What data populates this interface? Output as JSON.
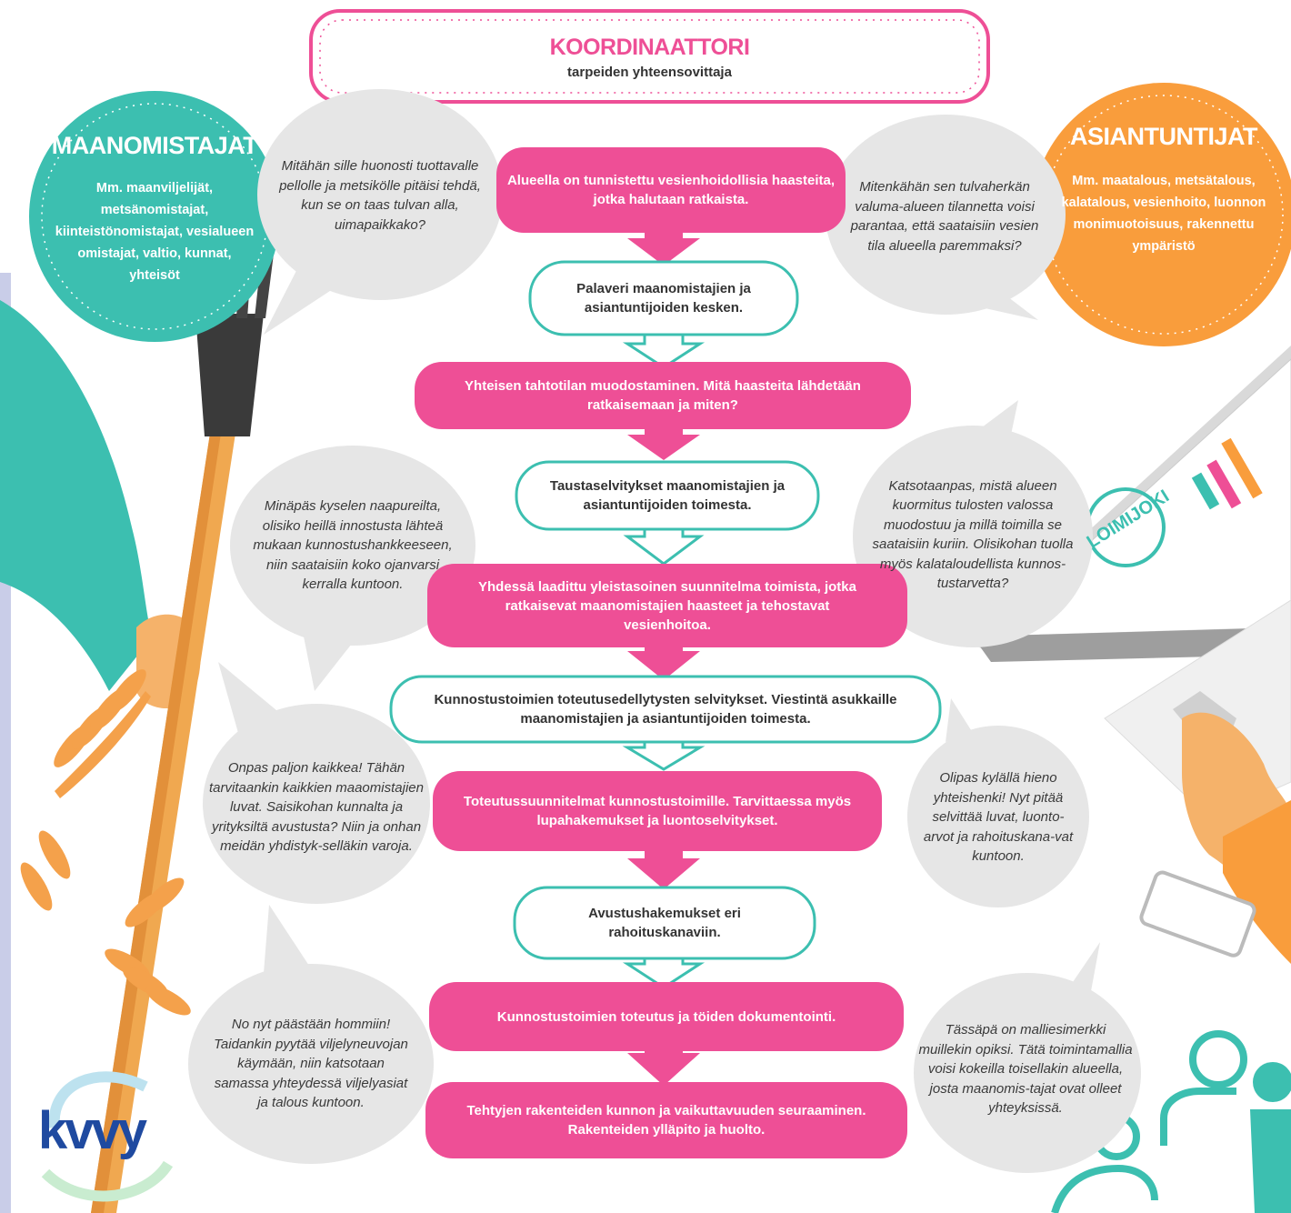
{
  "colors": {
    "pink": "#ee4f96",
    "teal": "#3cbfb0",
    "orange": "#f99d3c",
    "grey_bubble": "#e6e6e6",
    "logo_blue": "#1f4aa0"
  },
  "coordinator": {
    "title": "KOORDINAATTORI",
    "subtitle": "tarpeiden yhteensovittaja"
  },
  "landowners": {
    "title": "MAANOMISTAJAT",
    "body": "Mm. maanviljelijät, metsänomistajat, kiinteistönomistajat, vesialueen omistajat, valtio, kunnat, yhteisöt"
  },
  "experts": {
    "title": "ASIANTUNTIJAT",
    "body": "Mm. maatalous, metsätalous, kalatalous, vesienhoito, luonnon monimuotoisuus, rakennettu ympäristö"
  },
  "steps": [
    {
      "text": "Alueella on tunnistettu vesienhoidollisia haasteita, jotka halutaan ratkaista."
    },
    {
      "text": "Palaveri maanomistajien ja asiantuntijoiden kesken."
    },
    {
      "text": "Yhteisen tahtotilan muodostaminen. Mitä haasteita lähdetään ratkaisemaan ja miten?"
    },
    {
      "text": "Taustaselvitykset maanomistajien ja asiantuntijoiden toimesta."
    },
    {
      "text": "Yhdessä laadittu yleistasoinen suunnitelma toimista, jotka ratkaisevat maanomistajien haasteet ja tehostavat vesienhoitoa."
    },
    {
      "text": "Kunnostustoimien toteutusedellytysten selvitykset. Viestintä asukkaille maanomistajien ja asiantuntijoiden toimesta."
    },
    {
      "text": "Toteutussuunnitelmat kunnostustoimille. Tarvittaessa myös lupahakemukset ja luontoselvitykset."
    },
    {
      "text": "Avustushakemukset eri rahoituskanaviin."
    },
    {
      "text": "Kunnostustoimien toteutus ja töiden dokumentointi."
    },
    {
      "text": "Tehtyjen rakenteiden kunnon ja vaikuttavuuden seuraaminen. Rakenteiden ylläpito ja huolto."
    }
  ],
  "bubbles_left": [
    {
      "text": "Mitähän sille huonosti tuottavalle pellolle ja metsikölle pitäisi tehdä, kun se on taas tulvan alla, uimapaikkako?"
    },
    {
      "text": "Minäpäs kyselen naapureilta, olisiko heillä innostusta lähteä mukaan kunnostushankkeeseen, niin saataisiin koko ojanvarsi kerralla kuntoon."
    },
    {
      "text": "Onpas paljon kaikkea! Tähän tarvitaankin kaikkien maaomistajien luvat. Saisikohan kunnalta ja yrityksiltä avustusta? Niin ja onhan meidän yhdistyk-selläkin varoja."
    },
    {
      "text": "No nyt päästään hommiin! Taidankin pyytää viljelyneuvojan käymään, niin katsotaan samassa yhteydessä viljelyasiat ja talous kuntoon."
    }
  ],
  "bubbles_right": [
    {
      "text": "Mitenkähän sen tulvaherkän valuma-alueen tilannetta voisi parantaa, että saataisiin vesien tila alueella paremmaksi?"
    },
    {
      "text": "Katsotaanpas, mistä alueen kuormitus tulosten valossa muodostuu ja millä toimilla se saataisiin kuriin. Olisikohan tuolla myös kalataloudellista kunnos-tustarvetta?"
    },
    {
      "text": "Olipas kylällä hieno yhteishenki! Nyt pitää selvittää luvat, luonto-arvot ja rahoituskana-vat kuntoon."
    },
    {
      "text": "Tässäpä on malliesimerkki muillekin opiksi. Tätä toimintamallia voisi kokeilla toisellakin alueella, josta maanomis-tajat ovat olleet yhteyksissä."
    }
  ],
  "screen_stamp": "LOIMIJOKI",
  "logo": "kvvy"
}
